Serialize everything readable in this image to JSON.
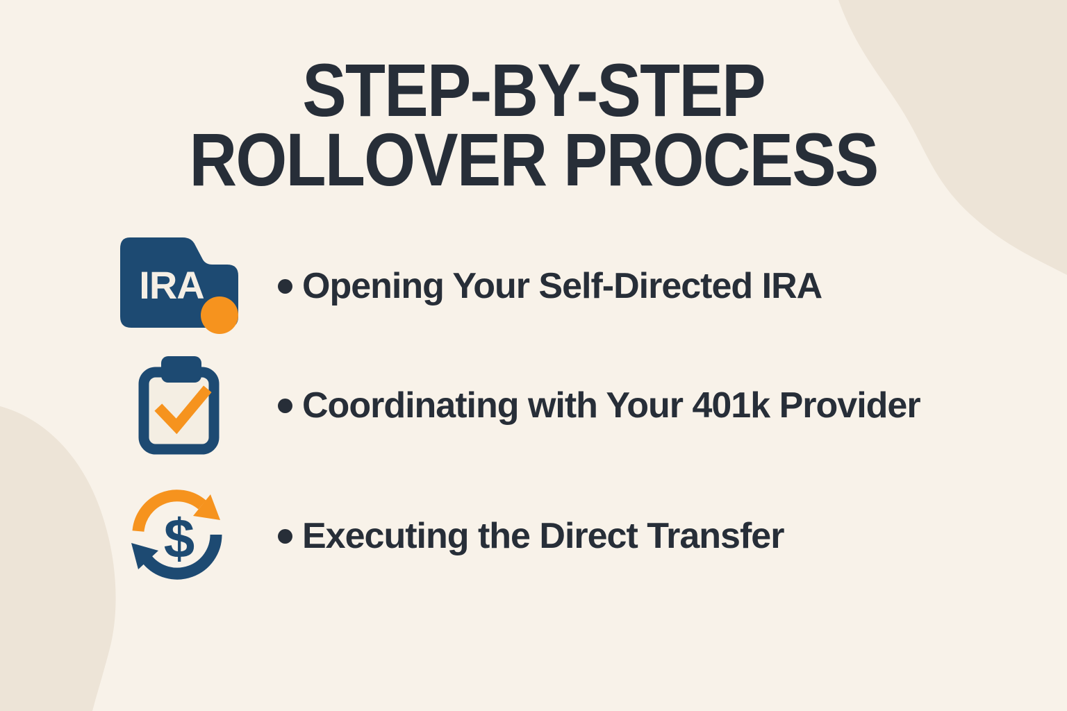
{
  "title": {
    "line1": "STEP-BY-STEP",
    "line2": "ROLLOVER PROCESS"
  },
  "steps": [
    {
      "icon": "ira-folder-icon",
      "label": "Opening Your Self-Directed IRA"
    },
    {
      "icon": "clipboard-check-icon",
      "label": "Coordinating with Your 401k Provider"
    },
    {
      "icon": "money-transfer-icon",
      "label": "Executing the Direct Transfer"
    }
  ],
  "icon_text": {
    "ira": "IRA",
    "dollar": "$"
  },
  "colors": {
    "background": "#f8f2e9",
    "blob": "#ede4d7",
    "navy": "#1d4a72",
    "orange": "#f6931e",
    "text": "#272e38",
    "paper": "#f4eee3"
  }
}
